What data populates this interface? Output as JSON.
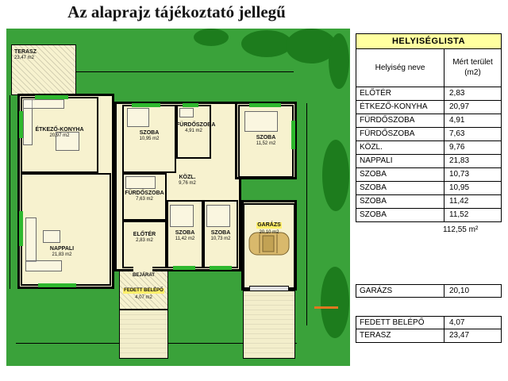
{
  "title": "Az alaprajz tájékoztató jellegű",
  "colors": {
    "lawn_green": "#3aa23a",
    "tree_green": "#1d7c1d",
    "floor_cream": "#f7f2cf",
    "window_green": "#2eb82e",
    "table_header_yellow": "#ffffa0",
    "label_highlight_yellow": "#ffef6a",
    "car_body": "#d9b96c",
    "accent_orange": "#e07820"
  },
  "plan": {
    "rooms": [
      {
        "name": "TERASZ",
        "area": "23,47 m2"
      },
      {
        "name": "ÉTKEZŐ-KONYHA",
        "area": "20,97 m2"
      },
      {
        "name": "SZOBA",
        "area": "10,95 m2"
      },
      {
        "name": "FÜRDŐSZOBA",
        "area": "4,91 m2"
      },
      {
        "name": "SZOBA",
        "area": "11,52 m2"
      },
      {
        "name": "FÜRDŐSZOBA",
        "area": "7,63 m2"
      },
      {
        "name": "KÖZL.",
        "area": "9,76 m2"
      },
      {
        "name": "NAPPALI",
        "area": "21,83 m2"
      },
      {
        "name": "ELŐTÉR",
        "area": "2,83 m2"
      },
      {
        "name": "SZOBA",
        "area": "11,42 m2"
      },
      {
        "name": "SZOBA",
        "area": "10,73 m2"
      },
      {
        "name": "GARÁZS",
        "area": "20,10 m2"
      },
      {
        "name": "BEJÁRAT",
        "area": ""
      },
      {
        "name": "FEDETT BELÉPŐ",
        "area": "4,07 m2"
      }
    ]
  },
  "table": {
    "title": "HELYISÉGLISTA",
    "header": {
      "col1": "Helyiség neve",
      "col2": "Mért terület",
      "col2b": "(m2)"
    },
    "rows": [
      {
        "name": "ELŐTÉR",
        "area": "2,83"
      },
      {
        "name": "ÉTKEZŐ-KONYHA",
        "area": "20,97"
      },
      {
        "name": "FÜRDŐSZOBA",
        "area": "4,91"
      },
      {
        "name": "FÜRDŐSZOBA",
        "area": "7,63"
      },
      {
        "name": "KÖZL.",
        "area": "9,76"
      },
      {
        "name": "NAPPALI",
        "area": "21,83"
      },
      {
        "name": "SZOBA",
        "area": "10,73"
      },
      {
        "name": "SZOBA",
        "area": "10,95"
      },
      {
        "name": "SZOBA",
        "area": "11,42"
      },
      {
        "name": "SZOBA",
        "area": "11,52"
      }
    ],
    "total": "112,55 m²",
    "extras": [
      {
        "name": "GARÁZS",
        "area": "20,10"
      },
      {
        "name": "FEDETT BELÉPŐ",
        "area": "4,07"
      },
      {
        "name": "TERASZ",
        "area": "23,47"
      }
    ]
  }
}
